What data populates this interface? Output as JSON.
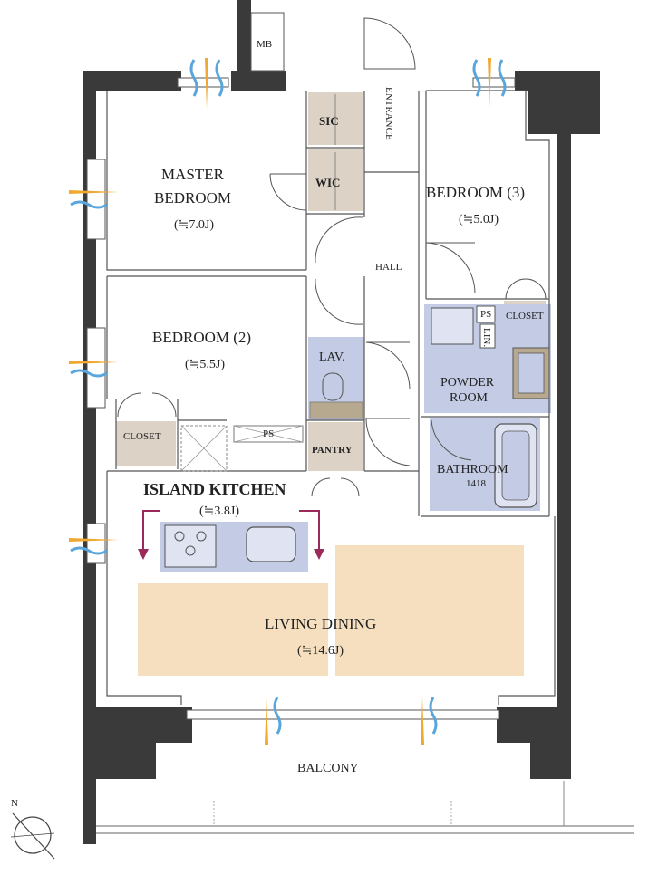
{
  "rooms": {
    "mb": "MB",
    "sic": "SIC",
    "wic": "WIC",
    "entrance": "ENTRANCE",
    "hall": "HALL",
    "master_line1": "MASTER",
    "master_line2": "BEDROOM",
    "master_area": "(≒7.0J)",
    "bedroom3": "BEDROOM (3)",
    "bedroom3_area": "(≒5.0J)",
    "bedroom2": "BEDROOM (2)",
    "bedroom2_area": "(≒5.5J)",
    "closet_left": "CLOSET",
    "closet_right": "CLOSET",
    "ps_kitchen": "PS",
    "ps_bath": "PS",
    "lin": "LIN.",
    "lav": "LAV.",
    "pantry": "PANTRY",
    "powder_line1": "POWDER",
    "powder_line2": "ROOM",
    "bathroom": "BATHROOM",
    "bathroom_size": "1418",
    "kitchen": "ISLAND KITCHEN",
    "kitchen_area": "(≒3.8J)",
    "living": "LIVING DINING",
    "living_area": "(≒14.6J)",
    "balcony": "BALCONY",
    "north": "N"
  },
  "colors": {
    "wall": "#3a3a3a",
    "storage": "#ddd2c6",
    "wet_area": "#c4cbe4",
    "floor_tan": "#f5dfbf",
    "arrow": "#9a2a5a",
    "air_orange": "#f0a830",
    "air_blue": "#5aa6dc"
  }
}
